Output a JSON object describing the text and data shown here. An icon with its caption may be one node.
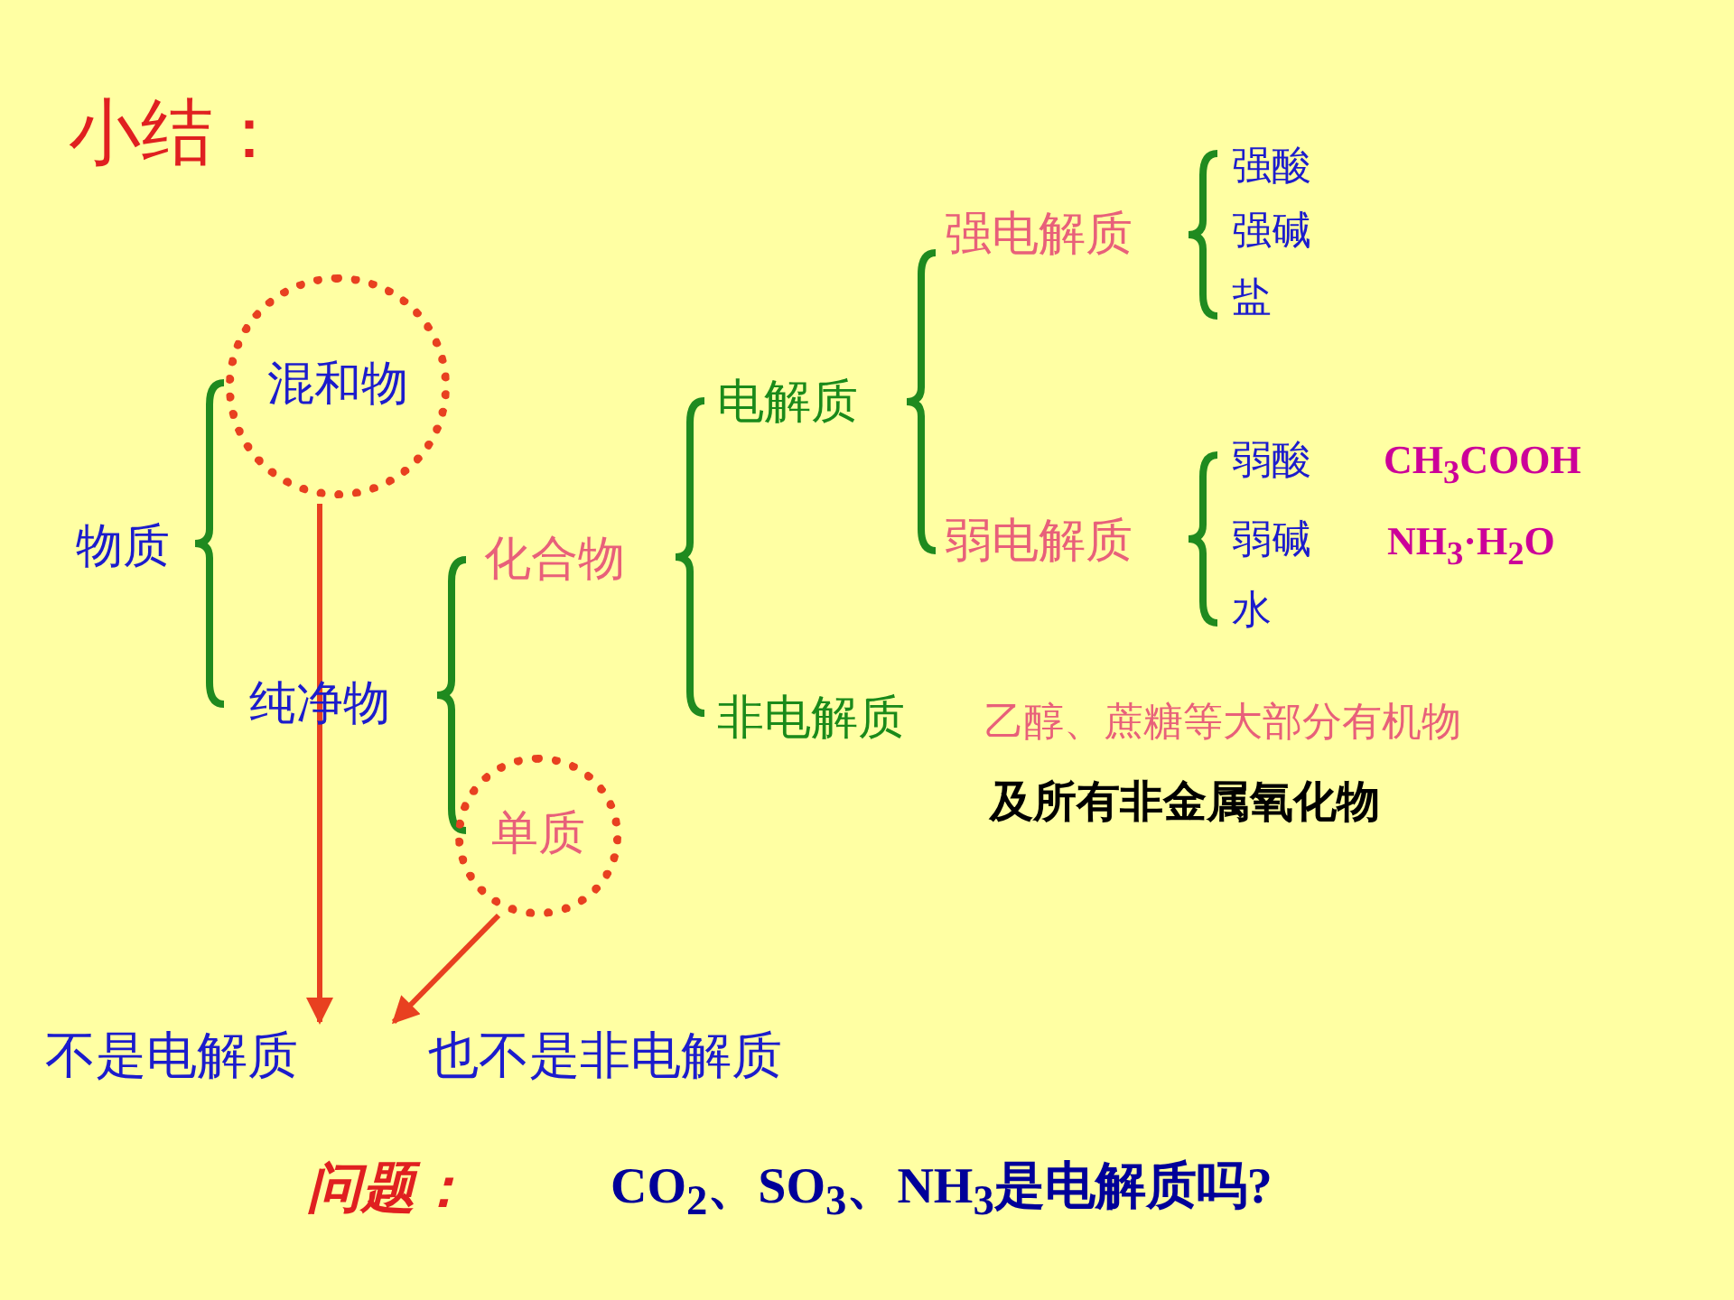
{
  "diagram": {
    "nodes": [
      {
        "text": [
          "物质"
        ]
      },
      {
        "text": [
          "混和物"
        ]
      },
      {
        "text": [
          "纯净物"
        ]
      },
      {
        "text": [
          "化合物"
        ]
      },
      {
        "text": [
          "单质"
        ]
      },
      {
        "text": [
          "电解质"
        ]
      },
      {
        "text": [
          "非电解质"
        ],
        "beside": [
          "乙醇、蔗糖等大部分有机物",
          "及所有非金属氧化物"
        ]
      },
      {
        "text": [
          "强电解质"
        ]
      },
      {
        "text": [
          "弱电解质"
        ]
      },
      {
        "text": [
          "强酸"
        ]
      },
      {
        "text": [
          "强碱"
        ]
      },
      {
        "text": [
          "盐"
        ]
      },
      {
        "text": [
          "弱酸"
        ],
        "beside": [
          "CH$_{3}$COOH"
        ]
      },
      {
        "text": [
          "弱碱"
        ],
        "beside": [
          "NH$_{3}$·H$_{2}$O"
        ]
      },
      {
        "text": [
          "水"
        ]
      },
      {
        "text": [
          "不是电解质",
          "也不是非电解质"
        ]
      }
    ],
    "edges": [
      {
        "from": 1,
        "to": 15,
        "arrow": "to"
      },
      {
        "from": 4,
        "to": 15,
        "arrow": "to"
      }
    ],
    "labels": [
      "小结：",
      "问题：",
      "CO$_{2}$、SO$_{3}$、NH$_{3}$是电解质吗?"
    ]
  }
}
